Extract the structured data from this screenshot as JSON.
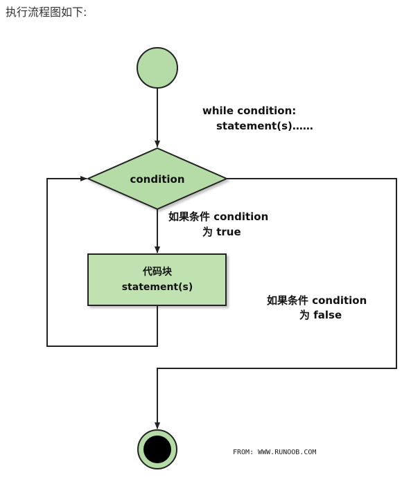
{
  "intro_text": "执行流程图如下:",
  "code": {
    "line1": "while condition:",
    "line2": "statement(s)……"
  },
  "decision": {
    "label": "condition"
  },
  "block": {
    "line1": "代码块",
    "line2": "statement(s)"
  },
  "true_label": {
    "line1": "如果条件 condition",
    "line2": "为 true"
  },
  "false_label": {
    "line1": "如果条件 condition",
    "line2": "为 false"
  },
  "source": "FROM: WWW.RUNOOB.COM",
  "colors": {
    "node_fill": "#b5dba7",
    "block_fill": "#bfe2b0",
    "line": "#222222",
    "end_inner": "#000000"
  }
}
